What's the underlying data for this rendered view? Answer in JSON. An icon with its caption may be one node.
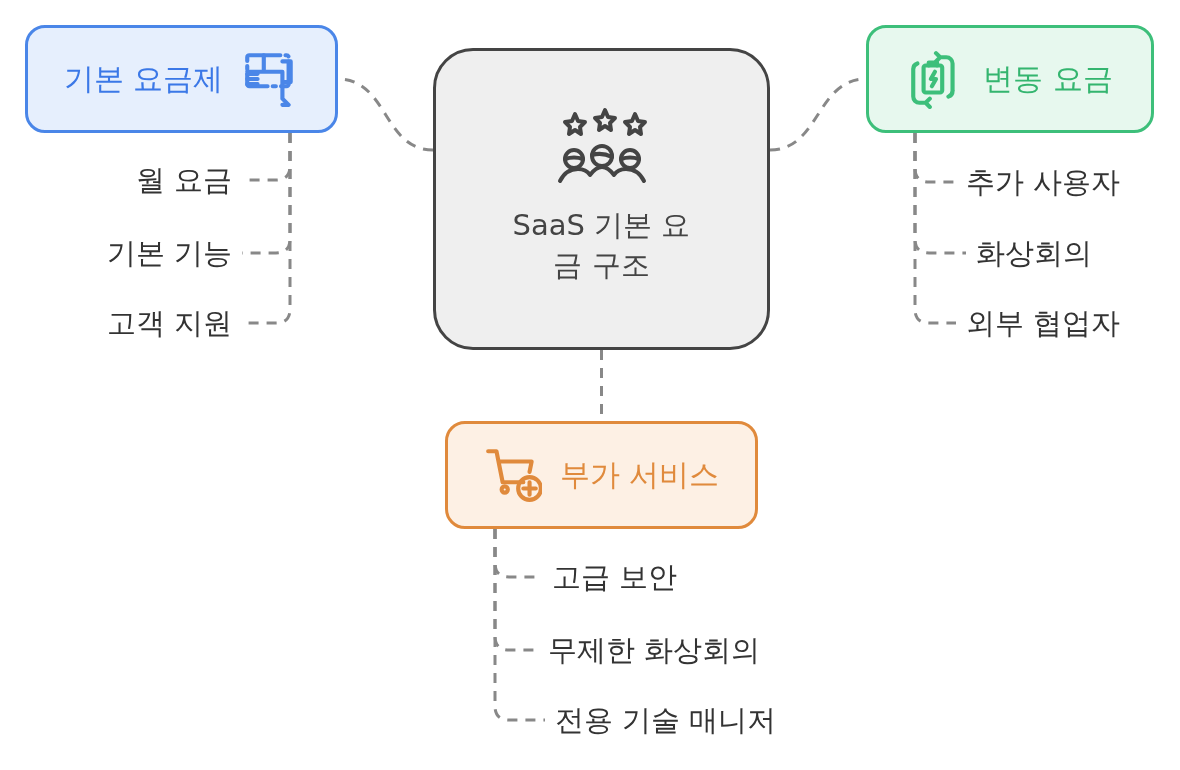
{
  "diagram": {
    "nodes": [
      {
        "text": [
          "SaaS 기본 요금 구조"
        ]
      },
      {
        "text": [
          "기본 요금제"
        ]
      },
      {
        "text": [
          "월 요금"
        ]
      },
      {
        "text": [
          "기본 기능"
        ]
      },
      {
        "text": [
          "고객 지원"
        ]
      },
      {
        "text": [
          "변동 요금"
        ]
      },
      {
        "text": [
          "추가 사용자"
        ]
      },
      {
        "text": [
          "화상회의"
        ]
      },
      {
        "text": [
          "외부 협업자"
        ]
      },
      {
        "text": [
          "부가 서비스"
        ]
      },
      {
        "text": [
          "고급 보안"
        ]
      },
      {
        "text": [
          "무제한 화상회의"
        ]
      },
      {
        "text": [
          "전용 기술 매니저"
        ]
      }
    ],
    "edges": [
      {
        "from": 0,
        "to": 1,
        "arrow": "none",
        "style": "dashed"
      },
      {
        "from": 1,
        "to": 2,
        "arrow": "none",
        "style": "dashed"
      },
      {
        "from": 1,
        "to": 3,
        "arrow": "none",
        "style": "dashed"
      },
      {
        "from": 1,
        "to": 4,
        "arrow": "none",
        "style": "dashed"
      },
      {
        "from": 0,
        "to": 5,
        "arrow": "none",
        "style": "dashed"
      },
      {
        "from": 5,
        "to": 6,
        "arrow": "none",
        "style": "dashed"
      },
      {
        "from": 5,
        "to": 7,
        "arrow": "none",
        "style": "dashed"
      },
      {
        "from": 5,
        "to": 8,
        "arrow": "none",
        "style": "dashed"
      },
      {
        "from": 0,
        "to": 9,
        "arrow": "none",
        "style": "dashed"
      },
      {
        "from": 9,
        "to": 10,
        "arrow": "none",
        "style": "dashed"
      },
      {
        "from": 9,
        "to": 11,
        "arrow": "none",
        "style": "dashed"
      },
      {
        "from": 9,
        "to": 12,
        "arrow": "none",
        "style": "dashed"
      }
    ]
  }
}
